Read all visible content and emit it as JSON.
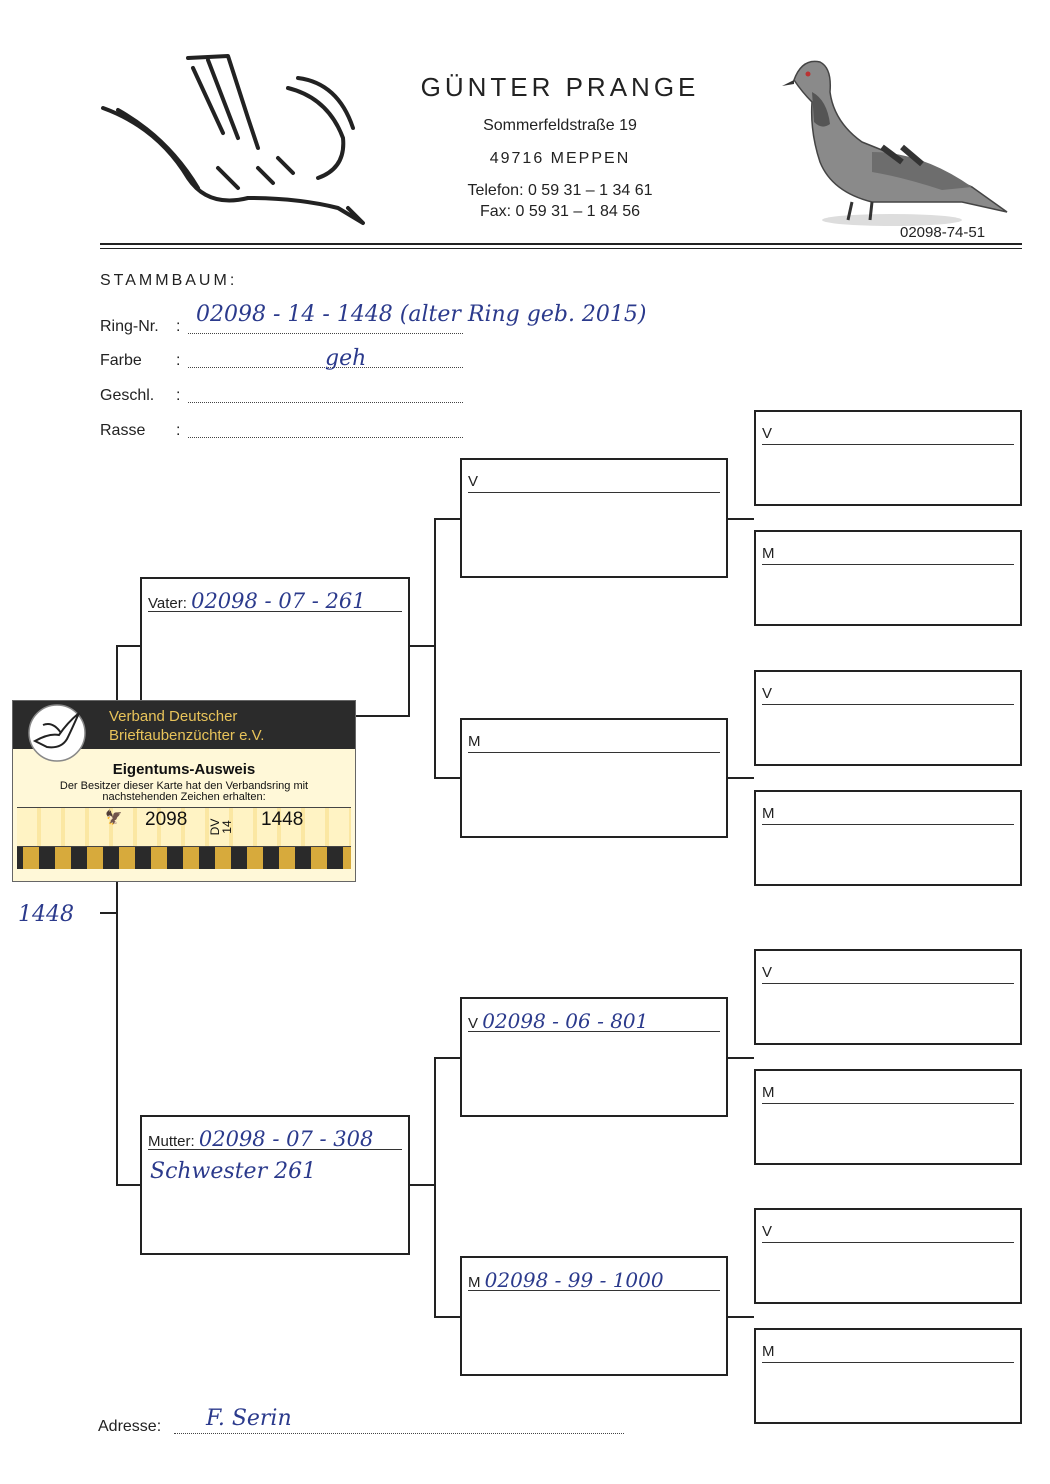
{
  "header": {
    "name": "GÜNTER PRANGE",
    "street": "Sommerfeldstraße 19",
    "city": "49716 MEPPEN",
    "phone": "Telefon: 0 59 31 – 1 34 61",
    "fax": "Fax: 0 59 31 – 1 84 56",
    "pigeon_ring": "02098-74-51"
  },
  "form": {
    "heading": "STAMMBAUM:",
    "ring_label": "Ring-Nr.",
    "ring_value": "02098 - 14 - 1448   (alter Ring geb. 2015)",
    "color_label": "Farbe",
    "color_value": "geh",
    "sex_label": "Geschl.",
    "race_label": "Rasse",
    "colon": ":",
    "address_label": "Adresse:",
    "address_value": "F. Serin",
    "margin_note": "1448"
  },
  "pedigree": {
    "father_label": "Vater:",
    "father_value": "02098 - 07 - 261",
    "mother_label": "Mutter:",
    "mother_value": "02098 - 07 - 308",
    "mother_note": "Schwester 261",
    "ff_label": "V",
    "fm_label": "M",
    "mf_label": "V",
    "mf_value": "02098 - 06 - 801",
    "mm_label": "M",
    "mm_value": "02098 - 99 - 1000",
    "g3": [
      "V",
      "M",
      "V",
      "M",
      "V",
      "M",
      "V",
      "M"
    ]
  },
  "card": {
    "org_line1": "Verband Deutscher",
    "org_line2": "Brieftaubenzüchter e.V.",
    "title": "Eigentums-Ausweis",
    "subtitle": "Der Besitzer dieser Karte hat den Verbandsring mit nachstehenden Zeichen erhalten:",
    "club": "2098",
    "mark": "DV 14",
    "ring": "1448"
  },
  "colors": {
    "ink": "#2b3a8c",
    "card_gold": "#e8c35a",
    "card_dark": "#2b2b2b"
  }
}
